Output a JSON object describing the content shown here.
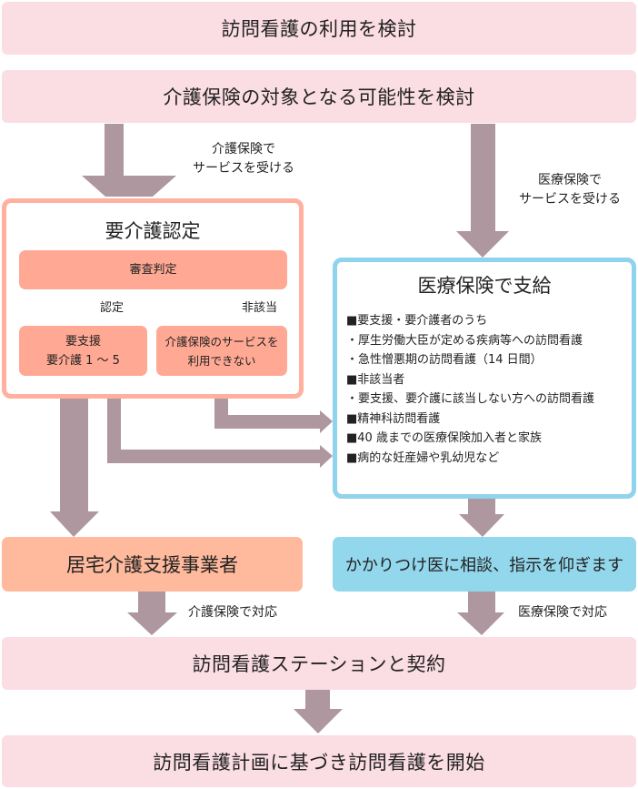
{
  "colors": {
    "pink_bar": "#fbdde4",
    "arrow_gray": "#ae979f",
    "arrow_orange": "#ff7f5c",
    "care_frame": "#ffb09f",
    "care_fill": "#ffa994",
    "care_provider_fill": "#ffb99c",
    "medical_frame": "#90d3ec",
    "medical_fill": "#93d7ec"
  },
  "steps": {
    "consider_visit_nursing": "訪問看護の利用を検討",
    "consider_care_insurance": "介護保険の対象となる可能性を検討",
    "contract_station": "訪問看護ステーションと契約",
    "start_nursing": "訪問看護計画に基づき訪問看護を開始"
  },
  "branch_labels": {
    "care_insurance_line1": "介護保険で",
    "care_insurance_line2": "サービスを受ける",
    "medical_insurance_line1": "医療保険で",
    "medical_insurance_line2": "サービスを受ける",
    "care_handled": "介護保険で対応",
    "medical_handled": "医療保険で対応"
  },
  "care_certification": {
    "title": "要介護認定",
    "review": "審査判定",
    "certified_label": "認定",
    "not_applicable_label": "非該当",
    "certified_result_line1": "要支援",
    "certified_result_line2": "要介護 1 〜 5",
    "not_applicable_result_line1": "介護保険のサービスを",
    "not_applicable_result_line2": "利用できない"
  },
  "medical_payment": {
    "title": "医療保険で支給",
    "items": [
      "■要支援・要介護者のうち",
      "・厚生労働大臣が定める疾病等への訪問看護",
      "・急性憎悪期の訪問看護（14 日間）",
      "■非該当者",
      "・要支援、要介護に該当しない方への訪問看護",
      "■精神科訪問看護",
      "■40 歳までの医療保険加入者と家族",
      "■病的な妊産婦や乳幼児など"
    ]
  },
  "care_provider": "居宅介護支援事業者",
  "consult_doctor": "かかりつけ医に相談、指示を仰ぎます"
}
